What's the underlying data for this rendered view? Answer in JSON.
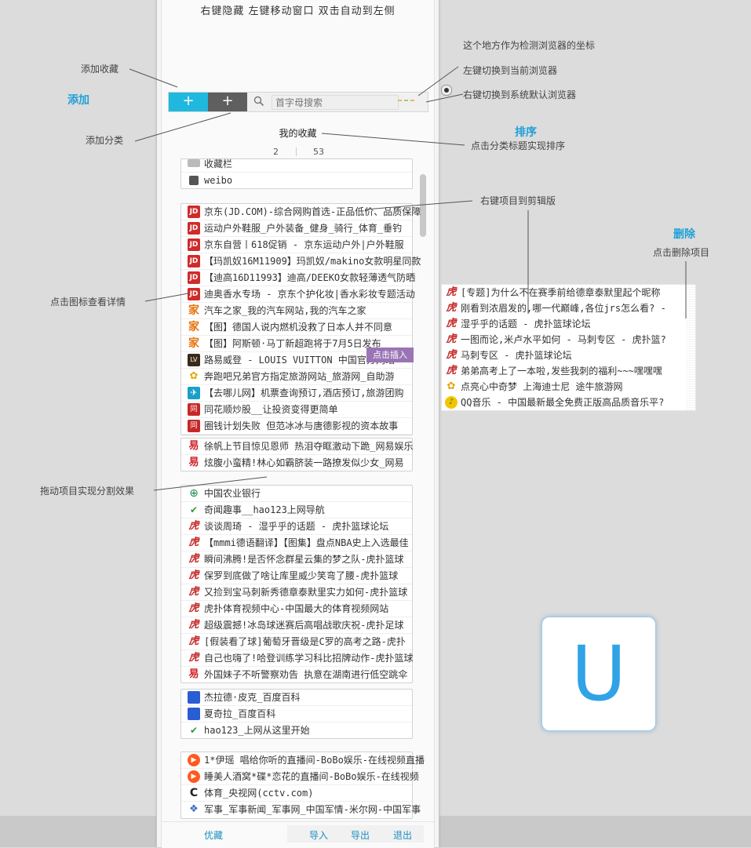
{
  "top_hint": "右键隐藏 左键移动窗口 双击自动到左侧",
  "toolbar": {
    "add_label": "+",
    "category_label": "+",
    "search_placeholder": "首字母搜索"
  },
  "favorites": {
    "title": "我的收藏",
    "count_left": "2",
    "count_right": "53"
  },
  "groups": [
    {
      "items": [
        {
          "icon": "folder-light-icon",
          "glyph": "",
          "text": "收藏栏"
        },
        {
          "icon": "folder-icon",
          "glyph": "",
          "text": "weibo"
        }
      ]
    },
    {
      "items": [
        {
          "icon": "jd-icon",
          "glyph": "JD",
          "text": "京东(JD.COM)-综合网购首选-正品低价、品质保障"
        },
        {
          "icon": "jd-icon",
          "glyph": "JD",
          "text": "运动户外鞋服_户外装备_健身_骑行_体育_垂钓"
        },
        {
          "icon": "jd-icon",
          "glyph": "JD",
          "text": "京东自营丨618促销 - 京东运动户外|户外鞋服"
        },
        {
          "icon": "jd-icon",
          "glyph": "JD",
          "text": "【玛凯奴16M11909】玛凯奴/makino女款明星同款"
        },
        {
          "icon": "jd-icon",
          "glyph": "JD",
          "text": "【迪高16D11993】迪高/DEEKO女款轻薄透气防晒"
        },
        {
          "icon": "jd-icon",
          "glyph": "JD",
          "text": "迪奥香水专场 - 京东个护化妆|香水彩妆专题活动"
        },
        {
          "icon": "autohome-icon",
          "glyph": "家",
          "text": "汽车之家_我的汽车网站,我的汽车之家"
        },
        {
          "icon": "autohome-icon",
          "glyph": "家",
          "text": "【图】德国人说内燃机没救了日本人并不同意"
        },
        {
          "icon": "autohome-icon",
          "glyph": "家",
          "text": "【图】阿斯顿·马丁新超跑将于7月5日发布"
        },
        {
          "icon": "lv-icon",
          "glyph": "LV",
          "text": "路易威登 - LOUIS VUITTON 中国官方网站"
        },
        {
          "icon": "tuniu-icon",
          "glyph": "✿",
          "text": "奔跑吧兄弟官方指定旅游网站_旅游网_自助游"
        },
        {
          "icon": "qunar-icon",
          "glyph": "✈",
          "text": "【去哪儿网】机票查询预订,酒店预订,旅游团购"
        },
        {
          "icon": "ths-icon",
          "glyph": "同",
          "text": "同花顺炒股__让投资变得更简单"
        },
        {
          "icon": "ths-icon",
          "glyph": "同",
          "text": "圈钱计划失败 但范冰冰与唐德影视的资本故事"
        }
      ]
    },
    {
      "items": [
        {
          "icon": "sohu-icon",
          "glyph": "易",
          "text": "徐帆上节目惊见恩师 热泪夺眶激动下跪_网易娱乐"
        },
        {
          "icon": "sohu-icon",
          "glyph": "易",
          "text": "炫腹小蛮精!林心如霸脐装一路撩发似少女_网易"
        }
      ]
    },
    {
      "items": [
        {
          "icon": "abc-bank-icon",
          "glyph": "⊕",
          "text": "中国农业银行"
        },
        {
          "icon": "hao123-icon",
          "glyph": "✔",
          "text": "奇闻趣事__hao123上网导航"
        },
        {
          "icon": "hupu-icon",
          "glyph": "虎",
          "text": "谈谈周琦 - 湿乎乎的话题 - 虎扑篮球论坛"
        },
        {
          "icon": "hupu-icon",
          "glyph": "虎",
          "text": "【mmmi德语翻译】【图集】盘点NBA史上入选最佳"
        },
        {
          "icon": "hupu-icon",
          "glyph": "虎",
          "text": "瞬间沸腾!是否怀念群星云集的梦之队-虎扑篮球"
        },
        {
          "icon": "hupu-icon",
          "glyph": "虎",
          "text": "保罗到底做了啥让库里威少笑弯了腰-虎扑篮球"
        },
        {
          "icon": "hupu-icon",
          "glyph": "虎",
          "text": "又捡到宝马刺新秀德章泰默里实力如何-虎扑篮球"
        },
        {
          "icon": "hupu-icon",
          "glyph": "虎",
          "text": "虎扑体育视频中心-中国最大的体育视频网站"
        },
        {
          "icon": "hupu-icon",
          "glyph": "虎",
          "text": "超级震撼!冰岛球迷赛后高唱战歌庆祝-虎扑足球"
        },
        {
          "icon": "hupu-icon",
          "glyph": "虎",
          "text": "[假装看了球]葡萄牙晋级是C罗的高考之路-虎扑"
        },
        {
          "icon": "hupu-icon",
          "glyph": "虎",
          "text": "自己也嗨了!哈登训练学习科比招牌动作-虎扑篮球"
        },
        {
          "icon": "sohu-icon",
          "glyph": "易",
          "text": "外国妹子不听警察劝告 执意在湖南进行低空跳伞"
        }
      ]
    },
    {
      "items": [
        {
          "icon": "baidu-icon",
          "glyph": "🐾",
          "text": "杰拉德·皮克_百度百科"
        },
        {
          "icon": "baidu-icon",
          "glyph": "🐾",
          "text": "夏奇拉_百度百科"
        },
        {
          "icon": "hao123-icon",
          "glyph": "✔",
          "text": "hao123_上网从这里开始"
        }
      ]
    },
    {
      "items": [
        {
          "icon": "bobo-icon",
          "glyph": "▶",
          "text": "1*伊瑶 唱给你听的直播间-BoBo娱乐-在线视频直播"
        },
        {
          "icon": "bobo-icon",
          "glyph": "▶",
          "text": "睡美人酒窝*碟*恋花的直播间-BoBo娱乐-在线视频"
        },
        {
          "icon": "cctv-icon",
          "glyph": "C",
          "text": "体育_央视网(cctv.com)"
        },
        {
          "icon": "military-icon",
          "glyph": "❖",
          "text": "军事_军事新闻_军事网_中国军情-米尔网-中国军事"
        }
      ]
    }
  ],
  "insert_badge": "点击插入",
  "footer": {
    "youcang": "优藏",
    "import": "导入",
    "export": "导出",
    "exit": "退出"
  },
  "popup_items": [
    {
      "icon": "hupu-icon",
      "glyph": "虎",
      "text": "[专题]为什么不在赛季前给德章泰默里起个昵称"
    },
    {
      "icon": "hupu-icon",
      "glyph": "虎",
      "text": "刚看到浓眉发的,哪一代巅峰,各位jrs怎么看? -"
    },
    {
      "icon": "hupu-icon",
      "glyph": "虎",
      "text": "湿乎乎的话题 - 虎扑篮球论坛"
    },
    {
      "icon": "hupu-icon",
      "glyph": "虎",
      "text": "一图而论,米卢水平如何 - 马刺专区 - 虎扑篮?"
    },
    {
      "icon": "hupu-icon",
      "glyph": "虎",
      "text": "马刺专区 - 虎扑篮球论坛"
    },
    {
      "icon": "hupu-icon",
      "glyph": "虎",
      "text": "弟弟高考上了一本啦,发些我刺的福利~~~嘿嘿嘿"
    },
    {
      "icon": "tuniu-icon",
      "glyph": "✿",
      "text": "点亮心中奇梦 上海迪士尼 途牛旅游网"
    },
    {
      "icon": "qq-music-icon",
      "glyph": "♪",
      "text": "QQ音乐 - 中国最新最全免费正版高品质音乐平?"
    }
  ],
  "annotations": {
    "add_fav": "添加收藏",
    "add_head": "添加",
    "add_cat": "添加分类",
    "detect": "这个地方作为检测浏览器的坐标",
    "left_switch": "左键切换到当前浏览器",
    "right_switch": "右键切换到系统默认浏览器",
    "sort_head": "排序",
    "sort_desc": "点击分类标题实现排序",
    "clip": "右键项目到剪辑版",
    "delete_head": "删除",
    "delete_desc": "点击删除项目",
    "view_detail": "点击图标查看详情",
    "drag_split": "拖动项目实现分割效果"
  },
  "tile_letter": "U",
  "colors": {
    "accent": "#1fb8df",
    "dark_button": "#5f5f5f",
    "link": "#1a8fc0",
    "badge": "#9a75b5"
  }
}
